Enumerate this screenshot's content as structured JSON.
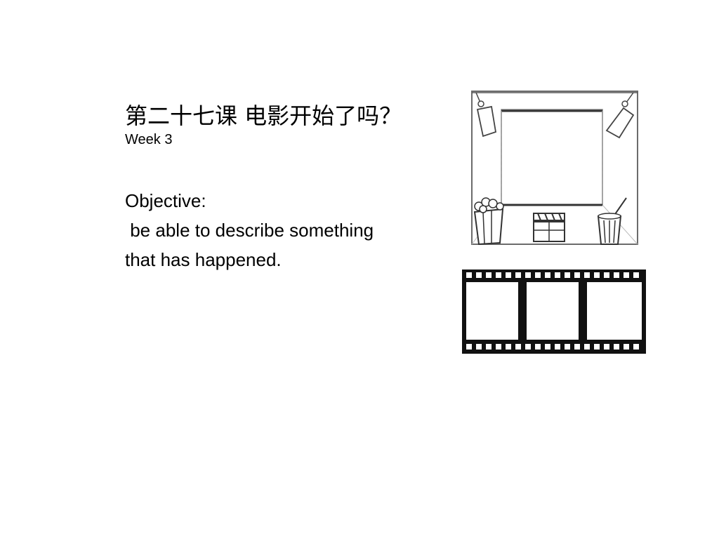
{
  "slide": {
    "title": "第二十七课 电影开始了吗？",
    "subtitle": "Week 3",
    "objective": {
      "heading": "Objective:",
      "line1": " be able to describe something",
      "line2": "that has happened."
    }
  },
  "illustrations": {
    "cinema": "cinema-screen-illustration",
    "filmstrip": "film-strip-illustration"
  }
}
